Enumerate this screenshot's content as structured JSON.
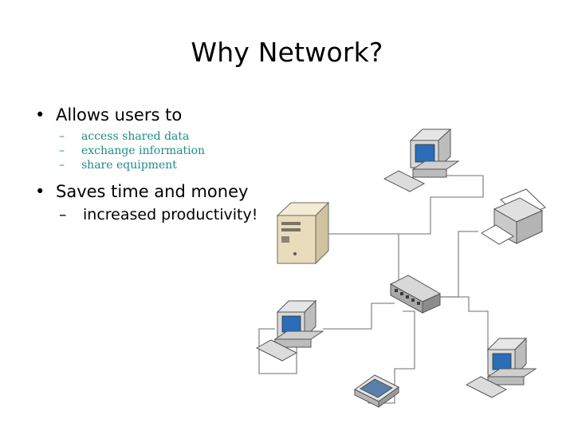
{
  "slide": {
    "title": "Why Network?",
    "bullets": [
      {
        "marker": "•",
        "text": "Allows users to",
        "subitems": [
          {
            "marker": "–",
            "text": "access shared data"
          },
          {
            "marker": "–",
            "text": "exchange information"
          },
          {
            "marker": "–",
            "text": "share equipment"
          }
        ]
      },
      {
        "marker": "•",
        "text": "Saves time and money",
        "subitems": [
          {
            "marker": "–",
            "text": "increased productivity!"
          }
        ]
      }
    ]
  },
  "diagram": {
    "devices": [
      "server",
      "workstation",
      "printer",
      "switch",
      "workstation",
      "workstation",
      "scanner"
    ],
    "colors": {
      "link": "#8a8a8a",
      "accent": "#1f8c85"
    }
  }
}
